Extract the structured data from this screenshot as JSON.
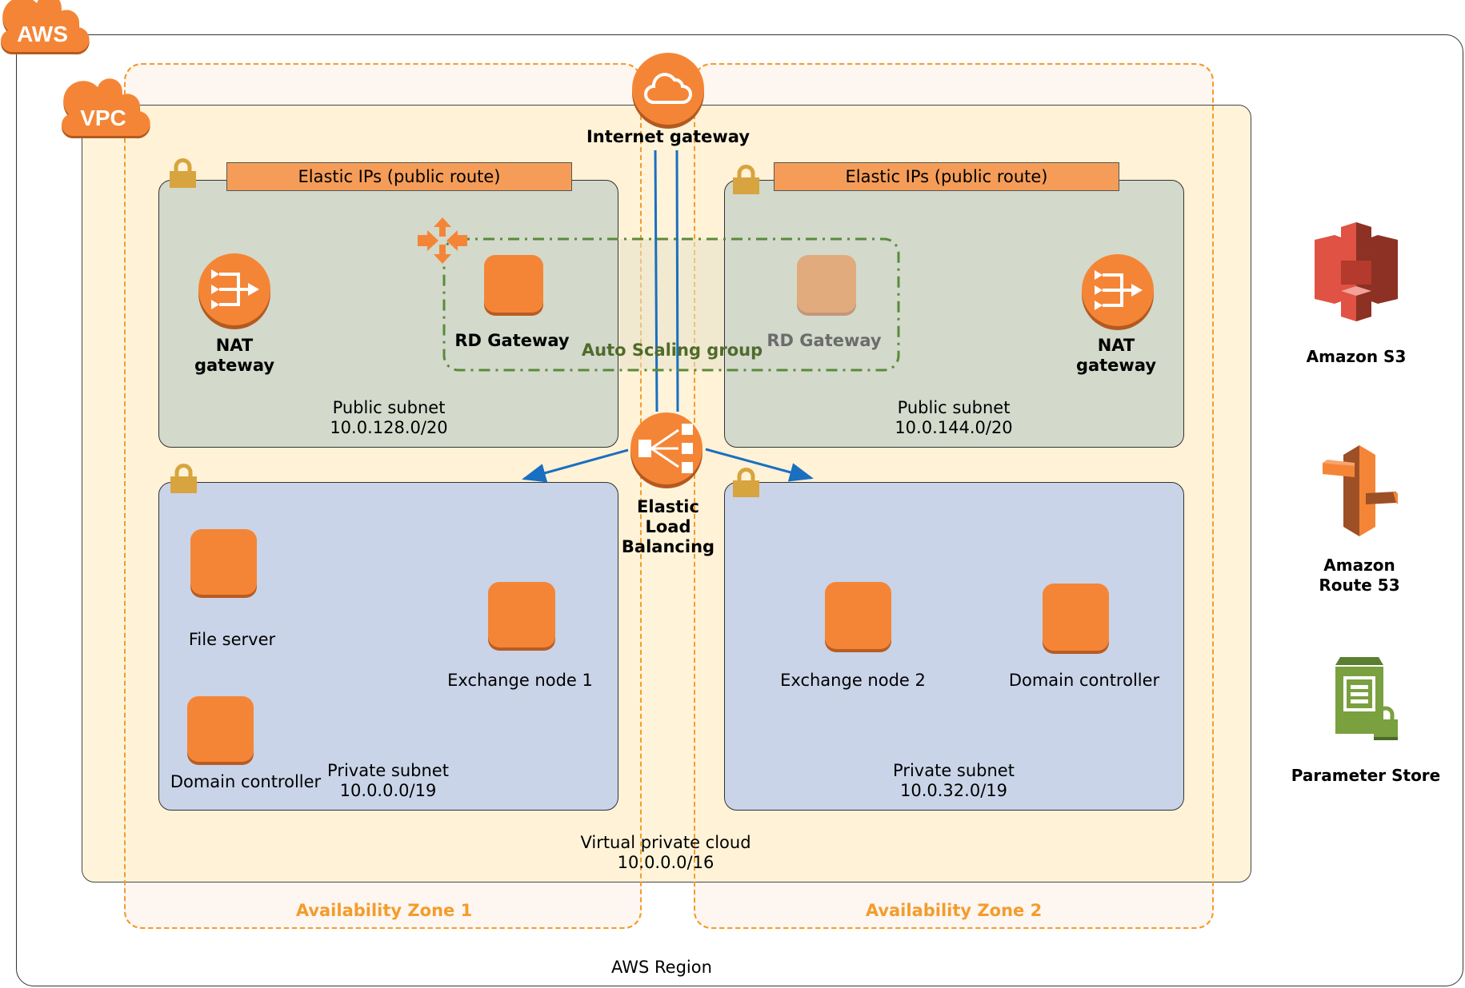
{
  "diagram": {
    "aws_tag": "AWS",
    "vpc_tag": "VPC",
    "region_label": "AWS Region",
    "vpc_label": "Virtual private cloud",
    "vpc_cidr": "10.0.0.0/16",
    "internet_gateway_label": "Internet  gateway",
    "elb_label_lines": [
      "Elastic",
      "Load",
      "Balancing"
    ],
    "auto_scaling_label": "Auto Scaling group",
    "availability_zones": [
      {
        "label": "Availability Zone 1",
        "elastic_ips_label": "Elastic IPs (public route)",
        "public_subnet": {
          "label": "Public subnet",
          "cidr": "10.0.128.0/20"
        },
        "nat_label_lines": [
          "NAT",
          "gateway"
        ],
        "rd_gateway_label": "RD Gateway",
        "private_subnet": {
          "label": "Private subnet",
          "cidr": "10.0.0.0/19"
        },
        "instances": [
          "File server",
          "Exchange node 1",
          "Domain controller"
        ]
      },
      {
        "label": "Availability Zone 2",
        "elastic_ips_label": "Elastic IPs (public route)",
        "public_subnet": {
          "label": "Public subnet",
          "cidr": "10.0.144.0/20"
        },
        "nat_label_lines": [
          "NAT",
          "gateway"
        ],
        "rd_gateway_label": "RD Gateway",
        "private_subnet": {
          "label": "Private subnet",
          "cidr": "10.0.32.0/19"
        },
        "instances": [
          "Exchange node 2",
          "Domain controller"
        ]
      }
    ],
    "services": [
      {
        "name": "Amazon S3",
        "icon": "s3-bucket-icon"
      },
      {
        "name_lines": [
          "Amazon",
          "Route 53"
        ],
        "icon": "route53-icon"
      },
      {
        "name": "Parameter Store",
        "icon": "parameter-store-icon"
      }
    ],
    "colors": {
      "aws_orange": "#f58536",
      "az_dash": "#f39c2c",
      "public_subnet_fill": "#d3d9cb",
      "private_subnet_fill": "#c9d4e8",
      "vpc_fill": "#fdefd2",
      "connector_blue": "#1a6fc0",
      "asg_green": "#5a8a3a",
      "lock_gold": "#d8a43f"
    }
  }
}
